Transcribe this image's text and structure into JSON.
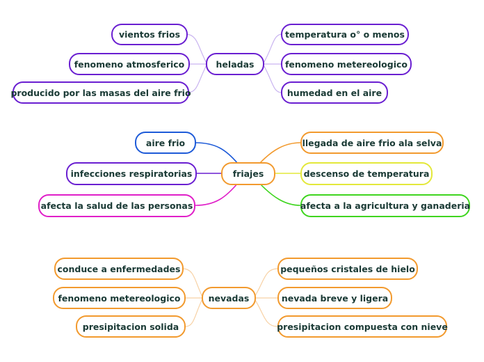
{
  "maps": [
    {
      "center": {
        "label": "heladas",
        "color": "#6a1fd1"
      },
      "left": [
        {
          "label": "vientos frios",
          "color": "#6a1fd1"
        },
        {
          "label": "fenomeno atmosferico",
          "color": "#6a1fd1"
        },
        {
          "label": "producido por las masas del aire frio",
          "color": "#6a1fd1"
        }
      ],
      "right": [
        {
          "label": "temperatura o° o menos",
          "color": "#6a1fd1"
        },
        {
          "label": "fenomeno metereologico",
          "color": "#6a1fd1"
        },
        {
          "label": "humedad en el aire",
          "color": "#6a1fd1"
        }
      ]
    },
    {
      "center": {
        "label": "friajes",
        "color": "#f29a2e"
      },
      "left": [
        {
          "label": "aire frio",
          "color": "#1e5bd8"
        },
        {
          "label": "infecciones respiratorias",
          "color": "#6a1fd1"
        },
        {
          "label": "afecta la salud de las personas",
          "color": "#e01fc8"
        }
      ],
      "right": [
        {
          "label": "llegada de aire frio ala  selva",
          "color": "#f29a2e"
        },
        {
          "label": "descenso de temperatura",
          "color": "#e3e83a"
        },
        {
          "label": "afecta a la agricultura y ganaderia",
          "color": "#3fd51f"
        }
      ]
    },
    {
      "center": {
        "label": "nevadas",
        "color": "#f29a2e"
      },
      "left": [
        {
          "label": "conduce a enfermedades",
          "color": "#f29a2e"
        },
        {
          "label": "fenomeno metereologico",
          "color": "#f29a2e"
        },
        {
          "label": "presipitacion solida",
          "color": "#f29a2e"
        }
      ],
      "right": [
        {
          "label": "pequeños cristales de hielo",
          "color": "#f29a2e"
        },
        {
          "label": "nevada breve y ligera",
          "color": "#f29a2e"
        },
        {
          "label": "presipitacion compuesta con nieve",
          "color": "#f29a2e"
        }
      ]
    }
  ]
}
